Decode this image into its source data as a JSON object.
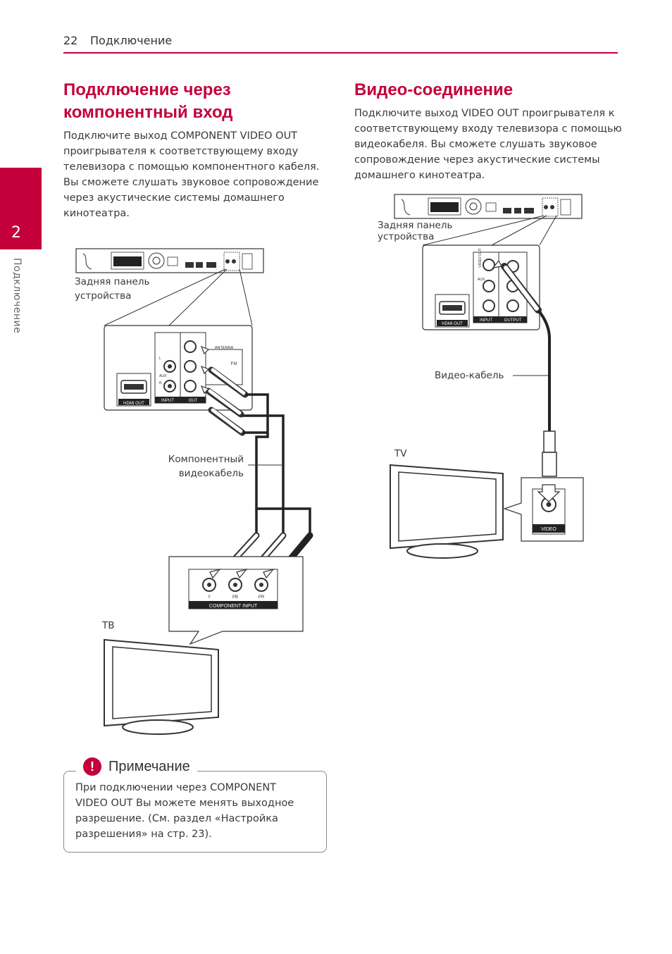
{
  "header": {
    "page_number": "22",
    "section": "Подключение"
  },
  "side_tab": {
    "number": "2",
    "label": "Подключение"
  },
  "left": {
    "title_line1": "Подключение через",
    "title_line2": "компонентный вход",
    "para": [
      "Подключите выход COMPONENT VIDEO OUT",
      "проигрывателя к соответствующему входу",
      "телевизора с помощью компонентного кабеля.",
      "Вы сможете слушать звуковое сопровождение",
      "через акустические системы домашнего",
      "кинотеатра."
    ],
    "rear_panel_label": [
      "Задняя панель",
      "устройства"
    ],
    "cable_label": [
      "Компонентный",
      "видеокабель"
    ],
    "tv_label": "ТВ"
  },
  "right": {
    "title": "Видео-соединение",
    "para": [
      "Подключите выход VIDEO OUT проигрывателя к",
      "соответствующему входу телевизора с помощью",
      "видеокабеля. Вы сможете слушать звуковое",
      "сопровождение через акустические системы",
      "домашнего кинотеатра."
    ],
    "rear_panel_label": [
      "Задняя панель",
      "устройства"
    ],
    "cable_label": "Видео-кабель",
    "tv_label": "TV"
  },
  "panel_text": {
    "hdmi_out": "HDMI OUT",
    "input": "INPUT",
    "output": "OUTPUT",
    "out": "OUT",
    "antenna": "ANTENNA",
    "fm": "FM",
    "aux": "AUX",
    "video_out": "VIDEO OUT",
    "component_input": "COMPONENT INPUT",
    "video": "VIDEO",
    "y": "Y",
    "pb": "PB",
    "pr": "PR",
    "l": "L",
    "r": "R"
  },
  "note": {
    "icon": "!",
    "title": "Примечание",
    "lines": [
      "При подключении через COMPONENT",
      "VIDEO OUT Вы можете менять выходное",
      "разрешение. (См. раздел «Настройка",
      "разрешения» на стр. 23)."
    ]
  },
  "colors": {
    "accent": "#c4003c",
    "text": "#333333"
  }
}
